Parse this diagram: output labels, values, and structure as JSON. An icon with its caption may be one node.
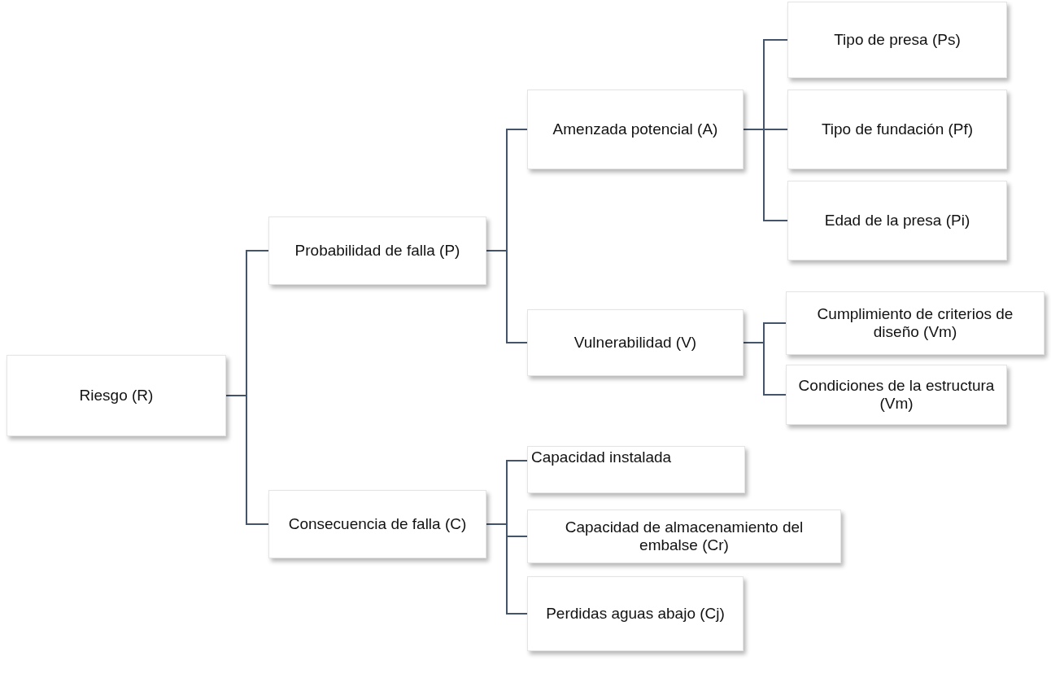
{
  "diagram": {
    "nodes": [
      {
        "text": [
          "Riesgo (R)"
        ]
      },
      {
        "text": [
          "Probabilidad de falla (P)"
        ]
      },
      {
        "text": [
          "Consecuencia de falla (C)"
        ]
      },
      {
        "text": [
          "Amenzada potencial (A)"
        ]
      },
      {
        "text": [
          "Tipo de presa (Ps)"
        ]
      },
      {
        "text": [
          "Tipo de fundación (Pf)"
        ]
      },
      {
        "text": [
          "Edad de la presa (Pi)"
        ]
      },
      {
        "text": [
          "Vulnerabilidad (V)"
        ]
      },
      {
        "text": [
          "Cumplimiento de criterios de diseño (Vm)"
        ]
      },
      {
        "text": [
          "Condiciones de la estructura (Vm)"
        ]
      },
      {
        "text": [
          "Capacidad instalada"
        ]
      },
      {
        "text": [
          "Capacidad de almacenamiento del embalse (Cr)"
        ]
      },
      {
        "text": [
          "Perdidas aguas abajo (Cj)"
        ]
      }
    ],
    "edges": [
      {
        "from": 0,
        "to": 1,
        "arrow": "none"
      },
      {
        "from": 0,
        "to": 2,
        "arrow": "none"
      },
      {
        "from": 1,
        "to": 3,
        "arrow": "none"
      },
      {
        "from": 1,
        "to": 7,
        "arrow": "none"
      },
      {
        "from": 3,
        "to": 4,
        "arrow": "none"
      },
      {
        "from": 3,
        "to": 5,
        "arrow": "none"
      },
      {
        "from": 3,
        "to": 6,
        "arrow": "none"
      },
      {
        "from": 7,
        "to": 8,
        "arrow": "none"
      },
      {
        "from": 7,
        "to": 9,
        "arrow": "none"
      },
      {
        "from": 2,
        "to": 10,
        "arrow": "none"
      },
      {
        "from": 2,
        "to": 11,
        "arrow": "none"
      },
      {
        "from": 2,
        "to": 12,
        "arrow": "none"
      }
    ]
  }
}
